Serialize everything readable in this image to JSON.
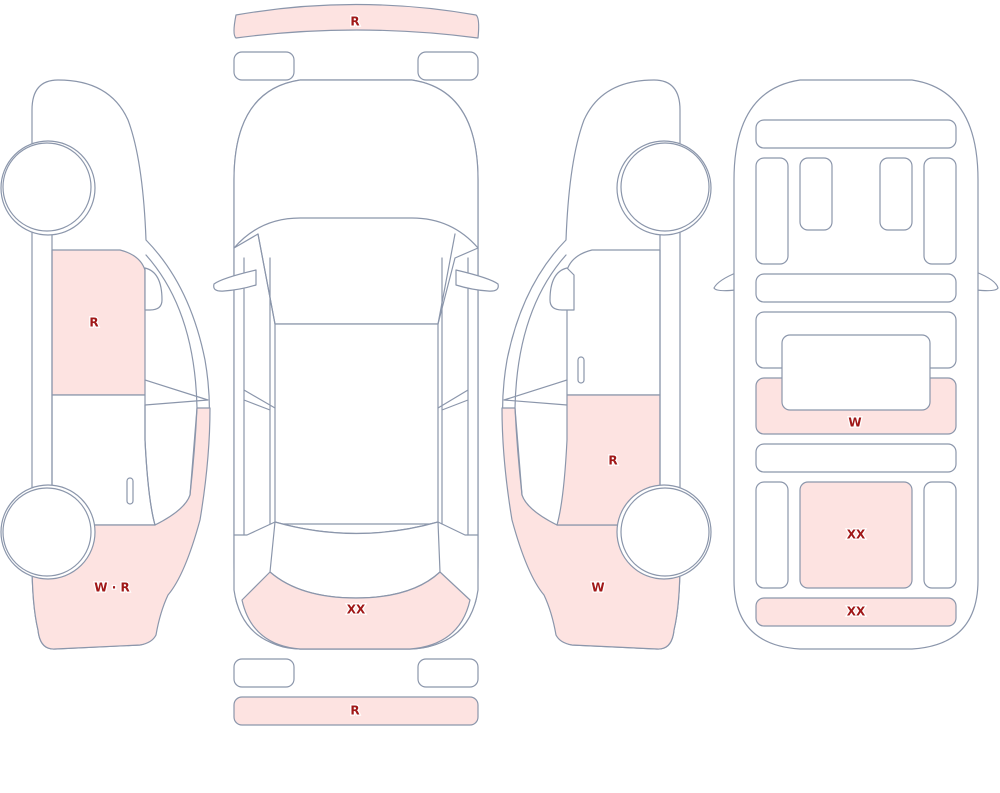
{
  "diagram": {
    "colors": {
      "outline": "#8b96ab",
      "damage_fill": "#fde3e1",
      "label_text": "#a01818",
      "panel_fill": "#ffffff"
    },
    "labels": {
      "front_bumper": "R",
      "rear_bumper": "R",
      "left_front_door": "R",
      "left_rear_quarter": "W · R",
      "roof_rear": "XX",
      "right_rear_door": "R",
      "right_front_quarter": "W",
      "interior_middle_bench": "W",
      "interior_rear_floor": "XX",
      "interior_rear_sill": "XX"
    }
  }
}
